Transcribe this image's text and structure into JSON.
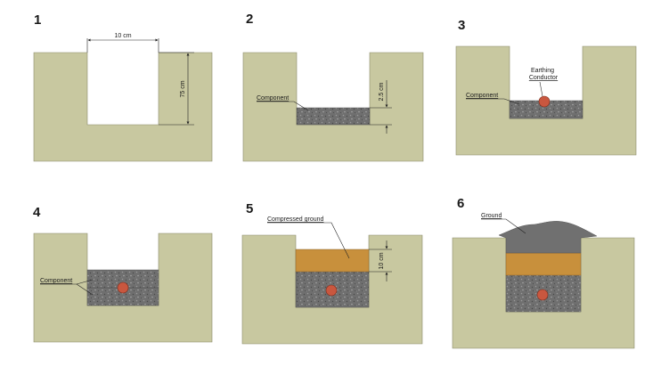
{
  "steps": [
    {
      "number": "1",
      "dimension_top": "10 cm",
      "dimension_side": "75 cm"
    },
    {
      "number": "2",
      "label": "Component",
      "dimension_side": "2.5 cm"
    },
    {
      "number": "3",
      "label": "Component",
      "label2": "Earthing Conductor"
    },
    {
      "number": "4",
      "label": "Component"
    },
    {
      "number": "5",
      "label": "Compressed ground",
      "dimension_side": "10 cm"
    },
    {
      "number": "6",
      "label": "Ground"
    }
  ],
  "colors": {
    "soil": "#c8c8a0",
    "gravel": "#6e6e6e",
    "compressed_ground": "#c8903c",
    "conductor": "#c9573f",
    "ground_mound": "#707070"
  }
}
